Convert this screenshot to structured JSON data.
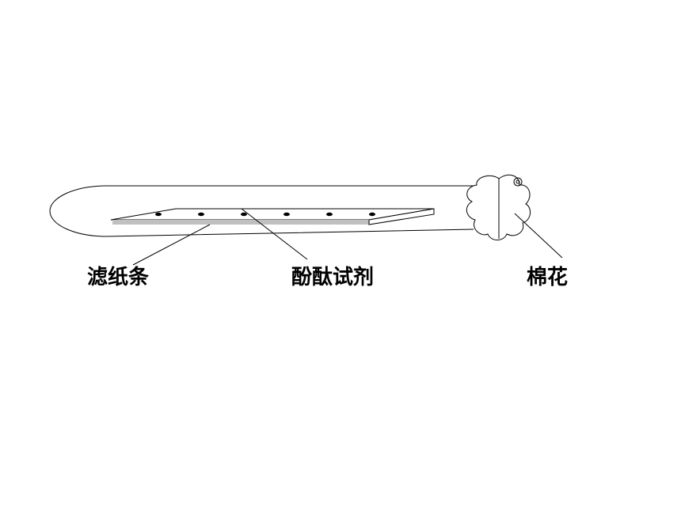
{
  "diagram": {
    "labels": {
      "filter_paper": "滤纸条",
      "phenolphthalein": "酚酞试剂",
      "cotton": "棉花"
    },
    "colors": {
      "stroke": "#000000",
      "filter_strip": "#c0c0c0",
      "background": "#ffffff"
    },
    "drops": 6
  }
}
